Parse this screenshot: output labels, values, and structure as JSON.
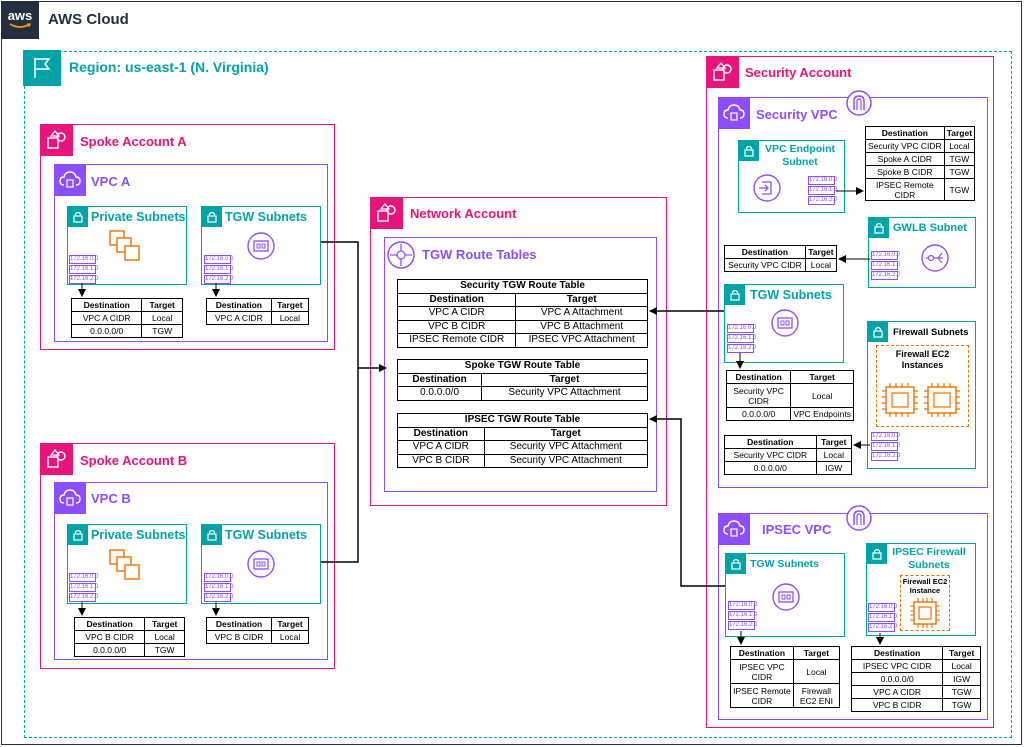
{
  "header": {
    "logo_text": "aws",
    "title": "AWS Cloud"
  },
  "region": {
    "title": "Region: us-east-1 (N. Virginia)"
  },
  "spoke_a": {
    "account_title": "Spoke Account A",
    "vpc_title": "VPC A",
    "private_subnets": "Private Subnets",
    "tgw_subnets": "TGW Subnets",
    "cidrs": [
      "172.16.0.0",
      "172.16.1.0",
      "172.16.2.0"
    ],
    "private_rt": {
      "headers": [
        "Destination",
        "Target"
      ],
      "rows": [
        [
          "VPC A CIDR",
          "Local"
        ],
        [
          "0.0.0.0/0",
          "TGW"
        ]
      ]
    },
    "tgw_rt": {
      "headers": [
        "Destination",
        "Target"
      ],
      "rows": [
        [
          "VPC A CIDR",
          "Local"
        ]
      ]
    }
  },
  "spoke_b": {
    "account_title": "Spoke Account B",
    "vpc_title": "VPC B",
    "private_subnets": "Private Subnets",
    "tgw_subnets": "TGW Subnets",
    "cidrs": [
      "172.16.0.0",
      "172.16.1.0",
      "172.16.2.0"
    ],
    "private_rt": {
      "headers": [
        "Destination",
        "Target"
      ],
      "rows": [
        [
          "VPC B CIDR",
          "Local"
        ],
        [
          "0.0.0.0/0",
          "TGW"
        ]
      ]
    },
    "tgw_rt": {
      "headers": [
        "Destination",
        "Target"
      ],
      "rows": [
        [
          "VPC B CIDR",
          "Local"
        ]
      ]
    }
  },
  "network": {
    "account_title": "Network Account",
    "tgw_title": "TGW Route Tables",
    "security_rt": {
      "caption": "Security TGW Route Table",
      "headers": [
        "Destination",
        "Target"
      ],
      "rows": [
        [
          "VPC A CIDR",
          "VPC A Attachment"
        ],
        [
          "VPC B CIDR",
          "VPC B Attachment"
        ],
        [
          "IPSEC Remote CIDR",
          "IPSEC VPC Attachment"
        ]
      ]
    },
    "spoke_rt": {
      "caption": "Spoke TGW Route Table",
      "headers": [
        "Destination",
        "Target"
      ],
      "rows": [
        [
          "0.0.0.0/0",
          "Security VPC Attachment"
        ]
      ]
    },
    "ipsec_rt": {
      "caption": "IPSEC TGW Route Table",
      "headers": [
        "Destination",
        "Target"
      ],
      "rows": [
        [
          "VPC A CIDR",
          "Security VPC Attachment"
        ],
        [
          "VPC B CIDR",
          "Security VPC Attachment"
        ]
      ]
    }
  },
  "security": {
    "account_title": "Security Account",
    "vpc_title": "Security VPC",
    "endpoint_subnet": "VPC Endpoint Subnet",
    "gwlb_subnet": "GWLB Subnet",
    "tgw_subnets": "TGW Subnets",
    "firewall_subnets": "Firewall Subnets",
    "firewall_instances": "Firewall EC2 Instances",
    "cidrs": [
      "172.16.0.0",
      "172.16.1.0",
      "172.16.2.0"
    ],
    "endpoint_rt": {
      "headers": [
        "Destination",
        "Target"
      ],
      "rows": [
        [
          "Security VPC CIDR",
          "Local"
        ],
        [
          "Spoke A CIDR",
          "TGW"
        ],
        [
          "Spoke B CIDR",
          "TGW"
        ],
        [
          "IPSEC Remote CIDR",
          "TGW"
        ]
      ]
    },
    "gwlb_rt": {
      "headers": [
        "Destination",
        "Target"
      ],
      "rows": [
        [
          "Security VPC CIDR",
          "Local"
        ]
      ]
    },
    "tgw_rt": {
      "headers": [
        "Destination",
        "Target"
      ],
      "rows": [
        [
          "Security VPC CIDR",
          "Local"
        ],
        [
          "0.0.0.0/0",
          "VPC Endpoints"
        ]
      ]
    },
    "firewall_rt": {
      "headers": [
        "Destination",
        "Target"
      ],
      "rows": [
        [
          "Security VPC CIDR",
          "Local"
        ],
        [
          "0.0.0.0/0",
          "IGW"
        ]
      ]
    }
  },
  "ipsec": {
    "vpc_title": "IPSEC VPC",
    "tgw_subnets": "TGW Subnets",
    "firewall_subnets": "IPSEC Firewall Subnets",
    "firewall_instance": "Firewall EC2 Instance",
    "cidrs": [
      "172.16.0.0",
      "172.16.1.0",
      "172.16.2.0"
    ],
    "tgw_rt": {
      "headers": [
        "Destination",
        "Target"
      ],
      "rows": [
        [
          "IPSEC VPC CIDR",
          "Local"
        ],
        [
          "IPSEC Remote CIDR",
          "Firewall EC2 ENI"
        ]
      ]
    },
    "firewall_rt": {
      "headers": [
        "Destination",
        "Target"
      ],
      "rows": [
        [
          "IPSEC VPC CIDR",
          "Local"
        ],
        [
          "0.0.0.0/0",
          "IGW"
        ],
        [
          "VPC A CIDR",
          "TGW"
        ],
        [
          "VPC B CIDR",
          "TGW"
        ]
      ]
    }
  },
  "colors": {
    "account": "#e7157b",
    "vpc": "#8c4fff",
    "subnet": "#00a4a6",
    "ec2": "#ed7100",
    "aws_dark": "#232f3e"
  },
  "icons": [
    "aws-logo",
    "region-flag-icon",
    "account-icon",
    "vpc-cloud-icon",
    "subnet-lock-icon",
    "ec2-instances-icon",
    "tgw-attachment-icon",
    "transit-gateway-icon",
    "vpc-endpoint-icon",
    "gwlb-icon",
    "internet-gateway-icon",
    "firewall-ec2-icon"
  ]
}
